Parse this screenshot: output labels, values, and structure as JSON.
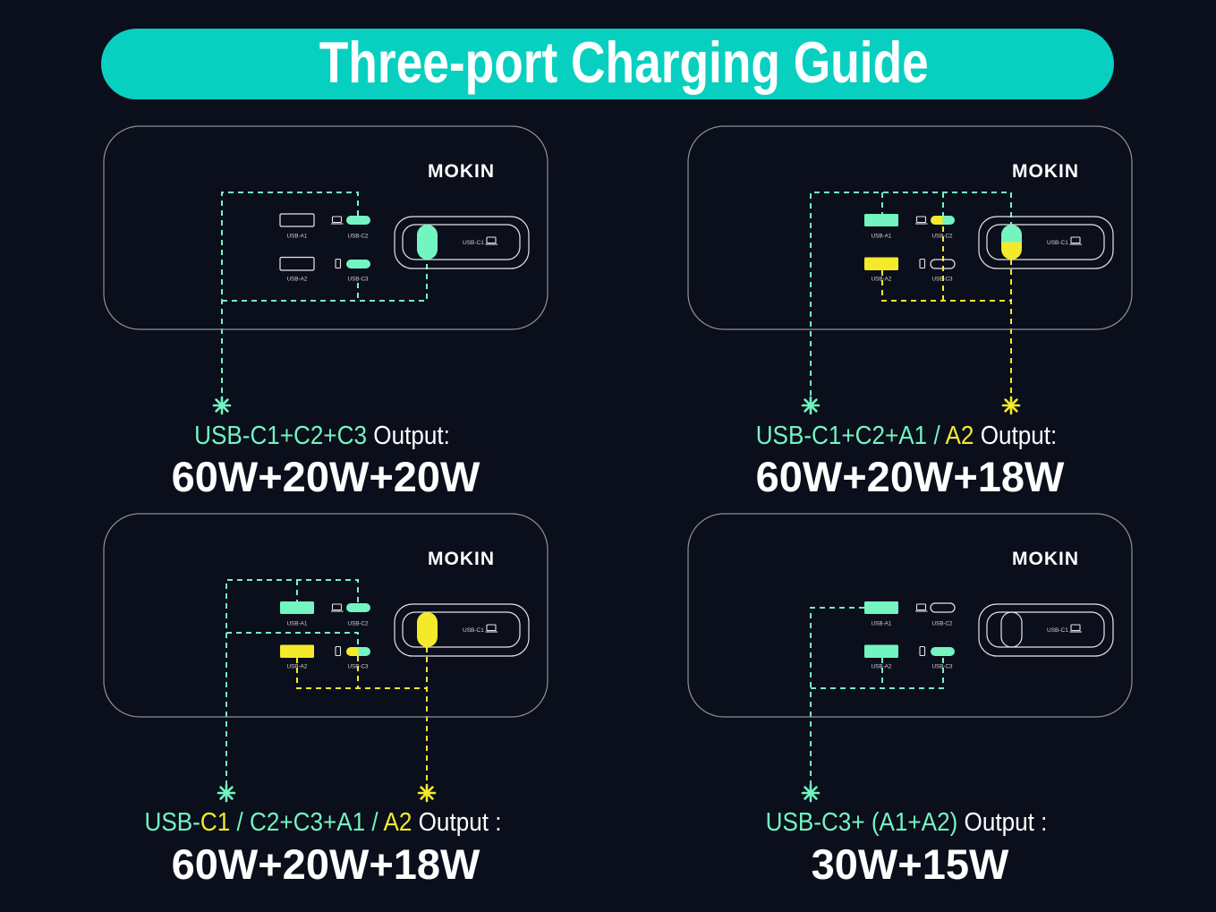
{
  "title": "Three-port Charging Guide",
  "brand": "MOKIN",
  "ports": {
    "a1": "USB-A1",
    "a2": "USB-A2",
    "c1": "USB-C1",
    "c2": "USB-C2",
    "c3": "USB-C3"
  },
  "colors": {
    "background": "#0b0e1b",
    "accent": "#08d0c0",
    "green": "#73f5c1",
    "yellow": "#f4ea2a"
  },
  "panels": [
    {
      "label_parts": [
        "USB-C1+C2+C3",
        " Output:"
      ],
      "output": "60W+20W+20W"
    },
    {
      "label_parts": [
        "USB-C1+C2+A1 / ",
        "A2",
        " Output:"
      ],
      "output": "60W+20W+18W"
    },
    {
      "label_parts": [
        "USB-",
        "C1",
        " / C2+C3+A1 / ",
        "A2",
        " Output :"
      ],
      "output": "60W+20W+18W"
    },
    {
      "label_parts": [
        "USB-C3+ (A1+A2)",
        " Output :"
      ],
      "output": "30W+15W"
    }
  ]
}
